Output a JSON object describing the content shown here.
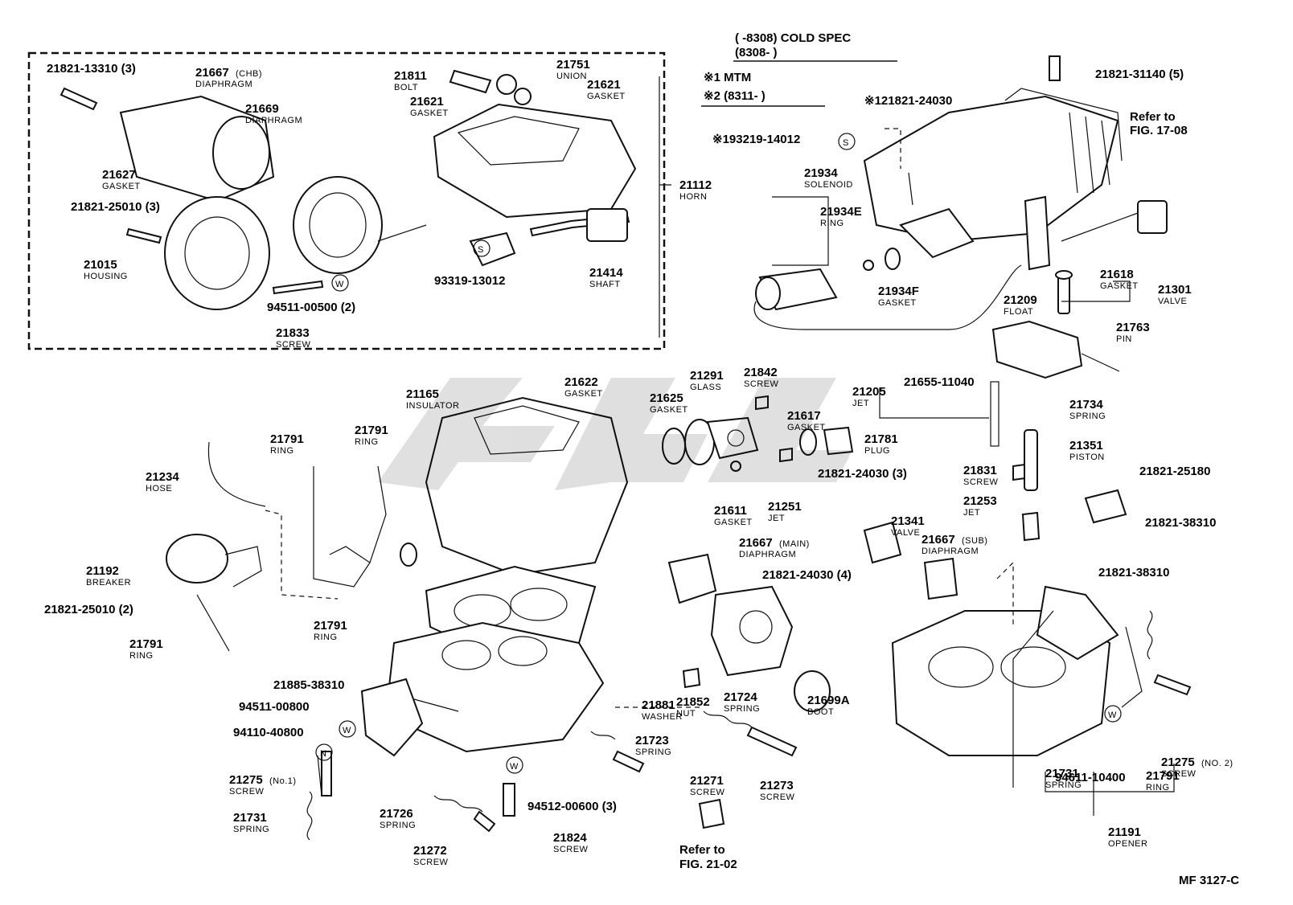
{
  "header": {
    "date_line_1": "(      -8308) COLD SPEC",
    "date_line_2": "(8308-          )",
    "note_1": "※1 MTM",
    "note_2": "※2 (8311-          )"
  },
  "footer": {
    "code": "MF  3127-C"
  },
  "refs": {
    "fig_17_08_a": "Refer to",
    "fig_17_08_b": "FIG. 17-08",
    "fig_21_02_a": "Refer to",
    "fig_21_02_b": "FIG. 21-02"
  },
  "symbols": {
    "s": "S",
    "w": "W",
    "n": "N"
  },
  "labels": [
    {
      "num": "21821-13310 (3)",
      "name": ""
    },
    {
      "num": "21667",
      "name": "DIAPHRAGM",
      "extra": "(CHB)"
    },
    {
      "num": "21669",
      "name": "DIAPHRAGM"
    },
    {
      "num": "21627",
      "name": "GASKET"
    },
    {
      "num": "21821-25010 (3)",
      "name": ""
    },
    {
      "num": "21015",
      "name": "HOUSING"
    },
    {
      "num": "21833",
      "name": "SCREW"
    },
    {
      "num": "94511-00500 (2)",
      "name": ""
    },
    {
      "num": "21811",
      "name": "BOLT"
    },
    {
      "num": "21751",
      "name": "UNION"
    },
    {
      "num": "21621",
      "name": "GASKET"
    },
    {
      "num": "21621",
      "name": "GASKET"
    },
    {
      "num": "21112",
      "name": "HORN"
    },
    {
      "num": "93319-13012",
      "name": ""
    },
    {
      "num": "21414",
      "name": "SHAFT"
    },
    {
      "num": "21821-31140 (5)",
      "name": ""
    },
    {
      "num": "※121821-24030",
      "name": ""
    },
    {
      "num": "※193219-14012",
      "name": ""
    },
    {
      "num": "21934",
      "name": "SOLENOID"
    },
    {
      "num": "21934E",
      "name": "RING"
    },
    {
      "num": "21934F",
      "name": "GASKET"
    },
    {
      "num": "21618",
      "name": "GASKET"
    },
    {
      "num": "21301",
      "name": "VALVE"
    },
    {
      "num": "21209",
      "name": "FLOAT"
    },
    {
      "num": "21763",
      "name": "PIN"
    },
    {
      "num": "21622",
      "name": "GASKET"
    },
    {
      "num": "21165",
      "name": "INSULATOR"
    },
    {
      "num": "21291",
      "name": "GLASS"
    },
    {
      "num": "21842",
      "name": "SCREW"
    },
    {
      "num": "21625",
      "name": "GASKET"
    },
    {
      "num": "21617",
      "name": "GASKET"
    },
    {
      "num": "21781",
      "name": "PLUG"
    },
    {
      "num": "21611",
      "name": "GASKET"
    },
    {
      "num": "21251",
      "name": "JET"
    },
    {
      "num": "21205",
      "name": "JET"
    },
    {
      "num": "21655-11040",
      "name": ""
    },
    {
      "num": "21734",
      "name": "SPRING"
    },
    {
      "num": "21351",
      "name": "PISTON"
    },
    {
      "num": "21821-25180",
      "name": ""
    },
    {
      "num": "21831",
      "name": "SCREW"
    },
    {
      "num": "21253",
      "name": "JET"
    },
    {
      "num": "21821-38310",
      "name": ""
    },
    {
      "num": "21341",
      "name": "VALVE"
    },
    {
      "num": "21667",
      "name": "DIAPHRAGM",
      "extra": "(SUB)"
    },
    {
      "num": "21821-38310",
      "name": ""
    },
    {
      "num": "21821-24030 (3)",
      "name": ""
    },
    {
      "num": "21791",
      "name": "RING"
    },
    {
      "num": "21791",
      "name": "RING"
    },
    {
      "num": "21234",
      "name": "HOSE"
    },
    {
      "num": "21192",
      "name": "BREAKER"
    },
    {
      "num": "21821-25010 (2)",
      "name": ""
    },
    {
      "num": "21791",
      "name": "RING"
    },
    {
      "num": "21791",
      "name": "RING"
    },
    {
      "num": "21885-38310",
      "name": ""
    },
    {
      "num": "21667",
      "name": "DIAPHRAGM",
      "extra": "(MAIN)"
    },
    {
      "num": "21821-24030 (4)",
      "name": ""
    },
    {
      "num": "21852",
      "name": "NUT"
    },
    {
      "num": "21881",
      "name": "WASHER"
    },
    {
      "num": "21724",
      "name": "SPRING"
    },
    {
      "num": "21699A",
      "name": "BOOT"
    },
    {
      "num": "94511-00800",
      "name": ""
    },
    {
      "num": "94110-40800",
      "name": ""
    },
    {
      "num": "21275",
      "name": "SCREW",
      "extra": "(No.1)"
    },
    {
      "num": "21731",
      "name": "SPRING"
    },
    {
      "num": "21726",
      "name": "SPRING"
    },
    {
      "num": "21272",
      "name": "SCREW"
    },
    {
      "num": "94512-00600 (3)",
      "name": ""
    },
    {
      "num": "21824",
      "name": "SCREW"
    },
    {
      "num": "21723",
      "name": "SPRING"
    },
    {
      "num": "21271",
      "name": "SCREW"
    },
    {
      "num": "21273",
      "name": "SCREW"
    },
    {
      "num": "94611-10400",
      "name": ""
    },
    {
      "num": "21731",
      "name": "SPRING"
    },
    {
      "num": "21275",
      "name": "SCREW",
      "extra": "(NO. 2)"
    },
    {
      "num": "21791",
      "name": "RING"
    },
    {
      "num": "21191",
      "name": "OPENER"
    }
  ]
}
